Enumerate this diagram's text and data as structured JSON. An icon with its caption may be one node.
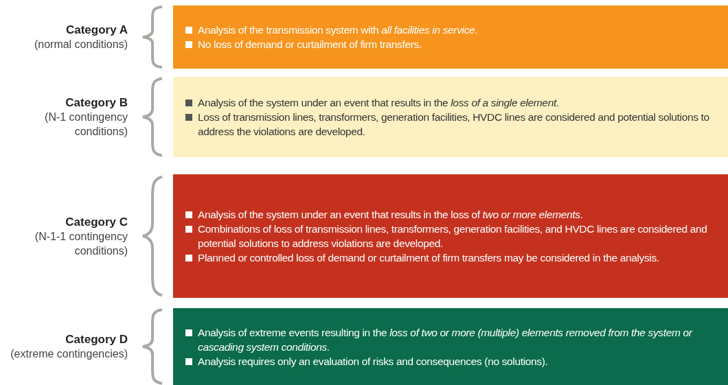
{
  "diagram": {
    "nodes": [
      {
        "text": [
          "Analysis of the transmission system with *all facilities in service*.",
          "No loss of demand or curtailment of firm transfers."
        ],
        "beside": [
          "Category A",
          "(normal conditions)"
        ]
      },
      {
        "text": [
          "Analysis of the system under an event that results in the *loss of a single element*.",
          "Loss of transmission lines, transformers, generation facilities, HVDC lines are considered and potential solutions to address the violations are developed."
        ],
        "beside": [
          "Category B",
          "(N-1 contingency conditions)"
        ]
      },
      {
        "text": [
          "Analysis of the system under an event that results in the loss of *two or more elements*.",
          "Combinations of loss of transmission lines, transformers, generation facilities, and HVDC lines are considered and potential solutions to address violations are developed.",
          "Planned or controlled loss of demand or curtailment of firm transfers may be considered in the analysis."
        ],
        "beside": [
          "Category C",
          "(N-1-1 contingency conditions)"
        ]
      },
      {
        "text": [
          "Analysis of extreme events resulting in the *loss of two or more (multiple) elements removed from the system or cascading system conditions*.",
          "Analysis requires only an evaluation of risks and consequences (no solutions)."
        ],
        "beside": [
          "Category D",
          "(extreme contingencies)"
        ]
      }
    ]
  }
}
